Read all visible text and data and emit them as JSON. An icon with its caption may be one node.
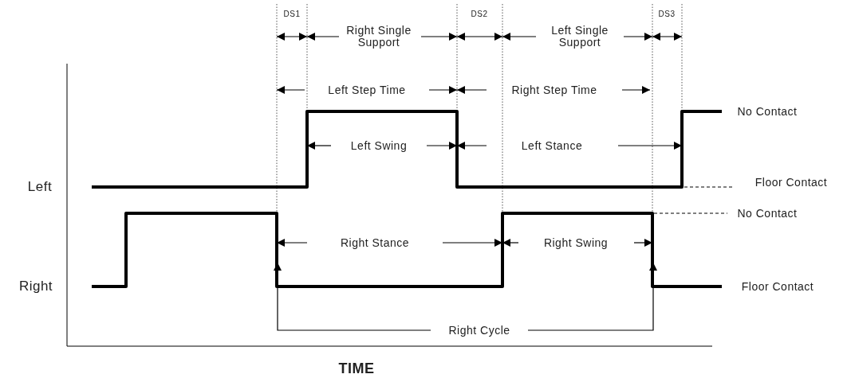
{
  "diagram": {
    "labels": [
      "DS1",
      "DS2",
      "DS3",
      "Right Single Support",
      "Left Single Support",
      "Left Step Time",
      "Right Step Time",
      "No Contact",
      "Left Swing",
      "Left Stance",
      "Left",
      "Floor Contact",
      "No Contact",
      "Right Stance",
      "Right Swing",
      "Right",
      "Floor Contact",
      "Right Cycle",
      "TIME"
    ]
  }
}
